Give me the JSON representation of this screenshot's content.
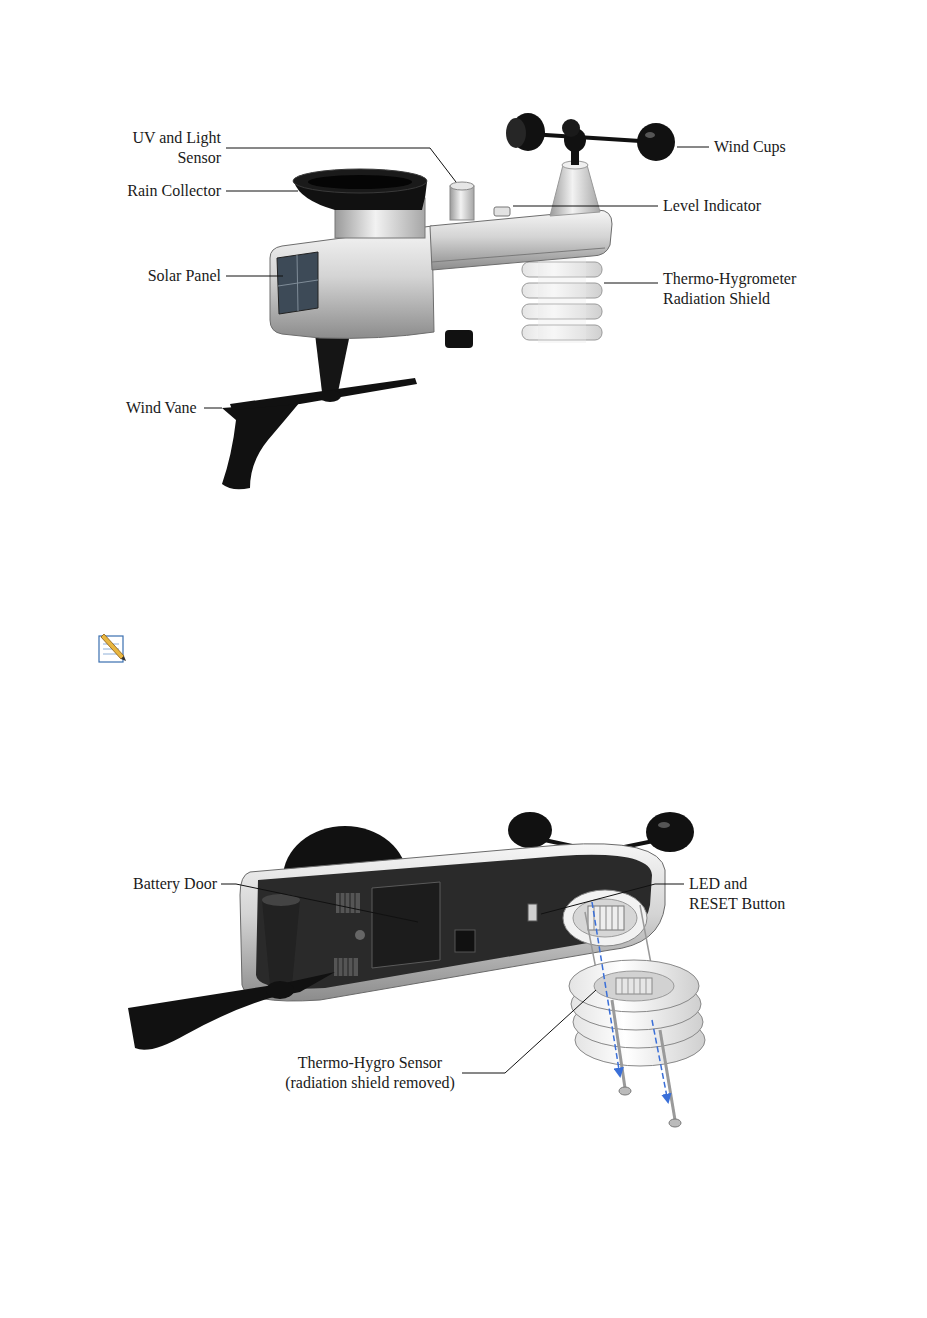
{
  "diagram": {
    "labels": [
      "UV and Light Sensor",
      "Wind Cups",
      "Rain Collector",
      "Level Indicator",
      "Solar Panel",
      "Thermo-Hygrometer Radiation Shield",
      "Wind Vane",
      "Battery Door",
      "LED and RESET Button",
      "Thermo-Hygro Sensor (radiation shield removed)"
    ]
  }
}
